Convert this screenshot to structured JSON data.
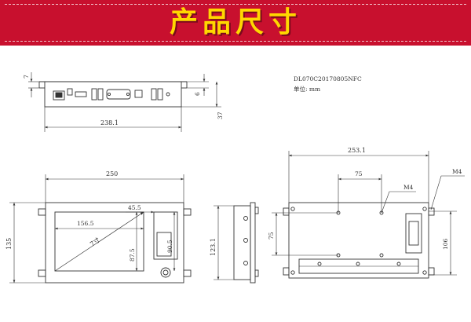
{
  "banner": {
    "title": "产品尺寸",
    "background": "#c8102e",
    "title_color": "#ffd700"
  },
  "drawing": {
    "model_code": "DL070C20170805NFC",
    "unit_label": "单位: mm",
    "stroke_color": "#333333",
    "top_view": {
      "dim_top_small": "7",
      "dim_right_small": "6",
      "dim_height": "37",
      "dim_width": "238.1"
    },
    "front_view": {
      "dim_width": "250",
      "dim_height": "135",
      "dim_screen_width": "156.5",
      "dim_offset_top": "45.5",
      "dim_diagonal": "7寸",
      "dim_screen_height": "87.5",
      "dim_slot_height": "90.5"
    },
    "side_view": {
      "dim_height": "123.1"
    },
    "back_view": {
      "dim_width": "253.1",
      "dim_hole_spacing": "75",
      "dim_hole_vertical": "75",
      "dim_right_height": "106",
      "label_m4_inner": "M4",
      "label_m4_corner": "M4"
    }
  }
}
